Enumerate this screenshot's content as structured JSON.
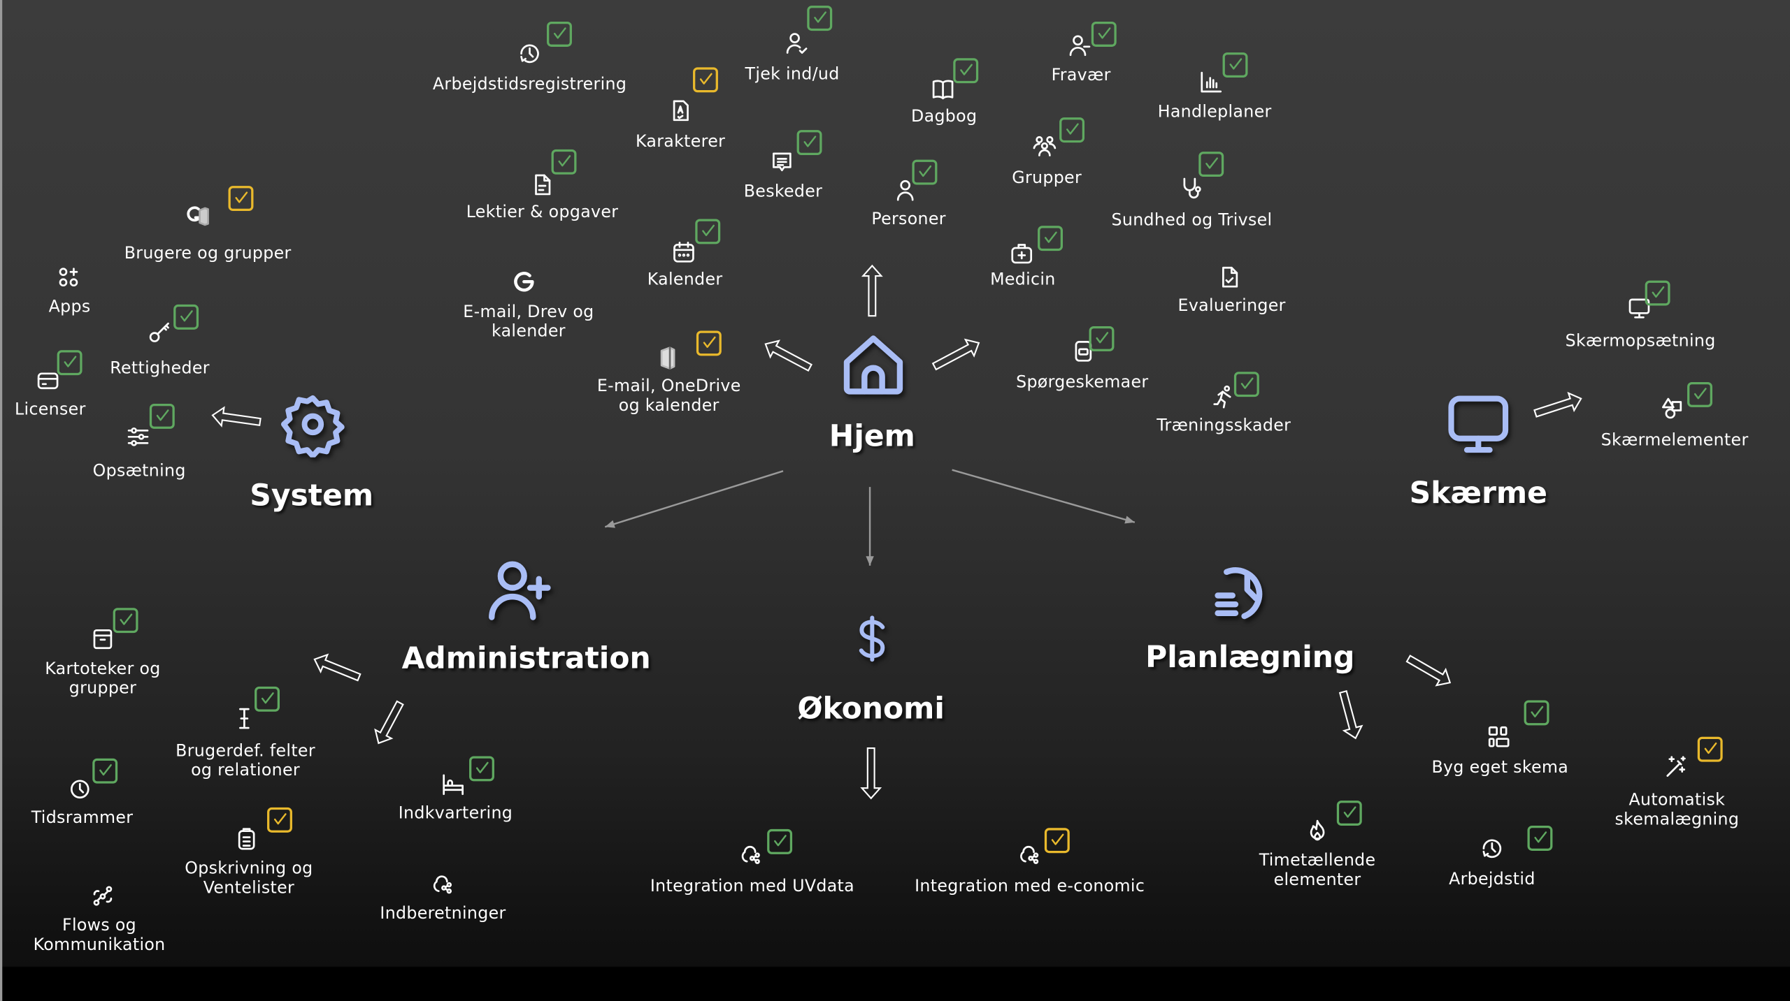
{
  "colors": {
    "background": "#3c3c3c",
    "hub_icon": "#a9bdf5",
    "check_green": "#5fa860",
    "check_yellow": "#e9b92c",
    "text": "#ffffff"
  },
  "hubs": [
    {
      "id": "hjem",
      "label": "Hjem",
      "icon": "house-icon",
      "items": [
        {
          "label": "Arbejdstidsregistrering",
          "icon": "clock-history-icon",
          "status": "green"
        },
        {
          "label": "Karakterer",
          "icon": "grade-document-icon",
          "status": "yellow"
        },
        {
          "label": "Tjek ind/ud",
          "icon": "person-check-icon",
          "status": "green"
        },
        {
          "label": "Dagbog",
          "icon": "book-icon",
          "status": "green"
        },
        {
          "label": "Fravær",
          "icon": "person-minus-icon",
          "status": "green"
        },
        {
          "label": "Handleplaner",
          "icon": "bar-chart-icon",
          "status": "green"
        },
        {
          "label": "Lektier & opgaver",
          "icon": "document-icon",
          "status": "green"
        },
        {
          "label": "Beskeder",
          "icon": "chat-icon",
          "status": "green"
        },
        {
          "label": "Personer",
          "icon": "person-icon",
          "status": "green"
        },
        {
          "label": "Grupper",
          "icon": "people-icon",
          "status": "green"
        },
        {
          "label": "Sundhed og Trivsel",
          "icon": "stethoscope-icon",
          "status": "green"
        },
        {
          "label": "Kalender",
          "icon": "calendar-icon",
          "status": "green"
        },
        {
          "label": "Medicin",
          "icon": "medkit-icon",
          "status": "green"
        },
        {
          "label": "Evalueringer",
          "icon": "document-check-icon",
          "status": "none"
        },
        {
          "label": "E-mail, Drev og\nkalender",
          "icon": "google-icon",
          "status": "none"
        },
        {
          "label": "E-mail, OneDrive\nog kalender",
          "icon": "office-icon",
          "status": "yellow"
        },
        {
          "label": "Spørgeskemaer",
          "icon": "questionnaire-icon",
          "status": "green"
        },
        {
          "label": "Træningsskader",
          "icon": "running-icon",
          "status": "green"
        }
      ]
    },
    {
      "id": "system",
      "label": "System",
      "icon": "gear-icon",
      "items": [
        {
          "label": "Brugere og grupper",
          "icon": "google-office-icon",
          "status": "yellow"
        },
        {
          "label": "Apps",
          "icon": "apps-icon",
          "status": "none"
        },
        {
          "label": "Rettigheder",
          "icon": "key-icon",
          "status": "green"
        },
        {
          "label": "Licenser",
          "icon": "card-icon",
          "status": "green"
        },
        {
          "label": "Opsætning",
          "icon": "sliders-icon",
          "status": "green"
        }
      ]
    },
    {
      "id": "skaerme",
      "label": "Skærme",
      "icon": "monitor-icon",
      "items": [
        {
          "label": "Skærmopsætning",
          "icon": "small-monitor-icon",
          "status": "green"
        },
        {
          "label": "Skærmelementer",
          "icon": "shapes-icon",
          "status": "green"
        }
      ]
    },
    {
      "id": "administration",
      "label": "Administration",
      "icon": "person-add-icon",
      "items": [
        {
          "label": "Kartoteker og\ngrupper",
          "icon": "archive-icon",
          "status": "green"
        },
        {
          "label": "Brugerdef. felter\nog relationer",
          "icon": "text-cursor-icon",
          "status": "green"
        },
        {
          "label": "Tidsrammer",
          "icon": "clock-icon",
          "status": "green"
        },
        {
          "label": "Opskrivning og\nVentelister",
          "icon": "clipboard-icon",
          "status": "yellow"
        },
        {
          "label": "Indkvartering",
          "icon": "bed-icon",
          "status": "green"
        },
        {
          "label": "Flows og\nKommunikation",
          "icon": "flow-icon",
          "status": "none"
        },
        {
          "label": "Indberetninger",
          "icon": "cloud-share-icon",
          "status": "none"
        }
      ]
    },
    {
      "id": "okonomi",
      "label": "Økonomi",
      "icon": "dollar-icon",
      "items": [
        {
          "label": "Integration med UVdata",
          "icon": "cloud-share-icon",
          "status": "green"
        },
        {
          "label": "Integration med e-conomic",
          "icon": "cloud-share-icon",
          "status": "yellow"
        }
      ]
    },
    {
      "id": "planlaegning",
      "label": "Planlægning",
      "icon": "clock-lines-icon",
      "items": [
        {
          "label": "Byg eget skema",
          "icon": "layout-icon",
          "status": "green"
        },
        {
          "label": "Automatisk\nskemalægning",
          "icon": "wand-icon",
          "status": "yellow"
        },
        {
          "label": "Timetællende\nelementer",
          "icon": "flame-icon",
          "status": "green"
        },
        {
          "label": "Arbejdstid",
          "icon": "clock-history-icon",
          "status": "green"
        }
      ]
    }
  ]
}
